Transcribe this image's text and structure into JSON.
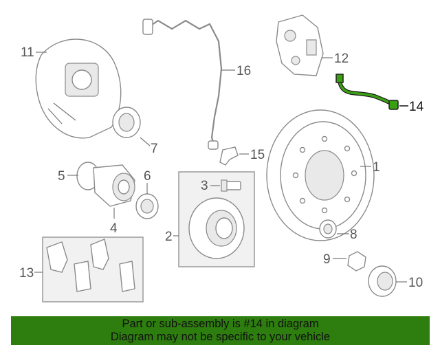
{
  "callouts": {
    "c1": "1",
    "c2": "2",
    "c3": "3",
    "c4": "4",
    "c5": "5",
    "c6": "6",
    "c7": "7",
    "c8": "8",
    "c9": "9",
    "c10": "10",
    "c11": "11",
    "c12": "12",
    "c13": "13",
    "c14": "14",
    "c15": "15",
    "c16": "16"
  },
  "highlight": {
    "part_number": "14",
    "color": "#2e7d0f"
  },
  "banner": {
    "line1": "Part or sub-assembly is #14 in diagram",
    "line2": "Diagram may not be specific to your vehicle",
    "background": "#2e7d0f"
  }
}
